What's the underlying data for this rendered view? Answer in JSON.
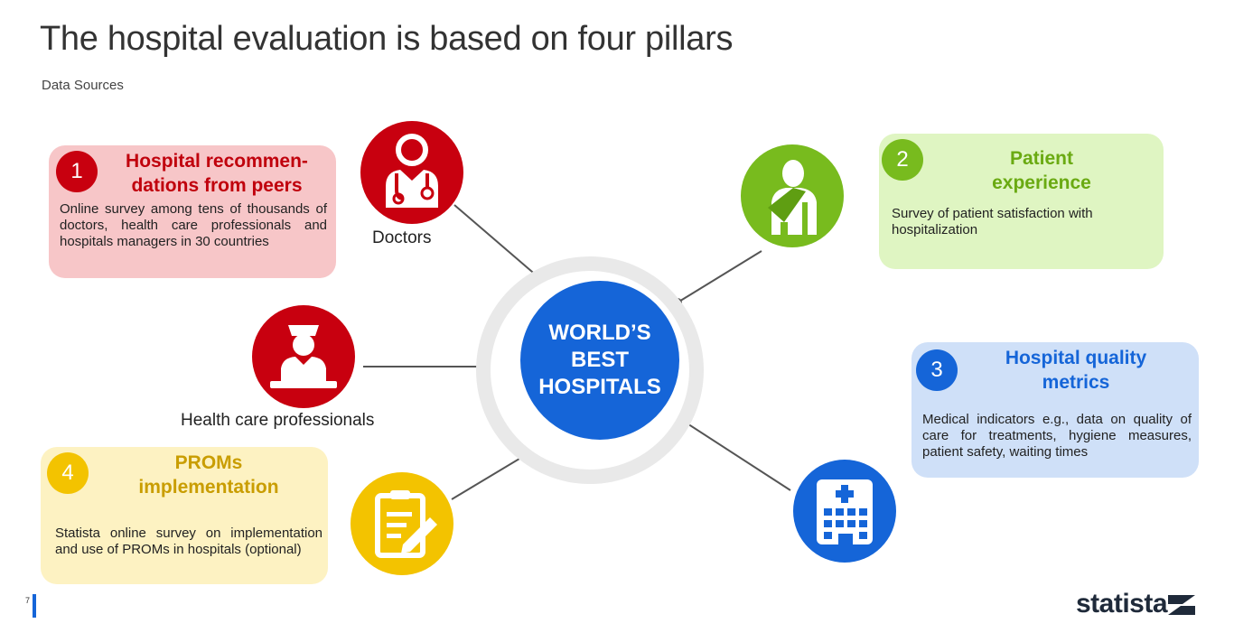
{
  "title": "The hospital evaluation is based on four pillars",
  "subtitle": "Data Sources",
  "center": {
    "line1": "WORLD’S",
    "line2": "BEST",
    "line3": "HOSPITALS"
  },
  "pillars": [
    {
      "number": "1",
      "heading": "Hospital recommen-dations from peers",
      "heading_line1": "Hospital recommen-",
      "heading_line2": "dations from peers",
      "body": "Online survey among tens of thousands of doctors, health care professionals and hospitals managers in 30 countries",
      "color": "#c8000f"
    },
    {
      "number": "2",
      "heading": "Patient experience",
      "heading_line1": "Patient",
      "heading_line2": "experience",
      "body": "Survey of patient satisfaction with hospitalization",
      "color": "#78bb1e"
    },
    {
      "number": "3",
      "heading": "Hospital quality metrics",
      "heading_line1": "Hospital quality",
      "heading_line2": "metrics",
      "body": "Medical indicators e.g., data on quality of care for treatments, hygiene measures, patient safety, waiting times",
      "color": "#1565d8"
    },
    {
      "number": "4",
      "heading": "PROMs implementation",
      "heading_line1": "PROMs",
      "heading_line2": "implementation",
      "body": "Statista online survey on implementation and use of PROMs in hospitals (optional)",
      "color": "#f3c300"
    }
  ],
  "captions": {
    "doctors": "Doctors",
    "health_care_professionals": "Health care professionals"
  },
  "icons": [
    "doctor-icon",
    "patient-icon",
    "nurse-icon",
    "clipboard-icon",
    "hospital-icon"
  ],
  "page_number": "7",
  "logo": "statista"
}
